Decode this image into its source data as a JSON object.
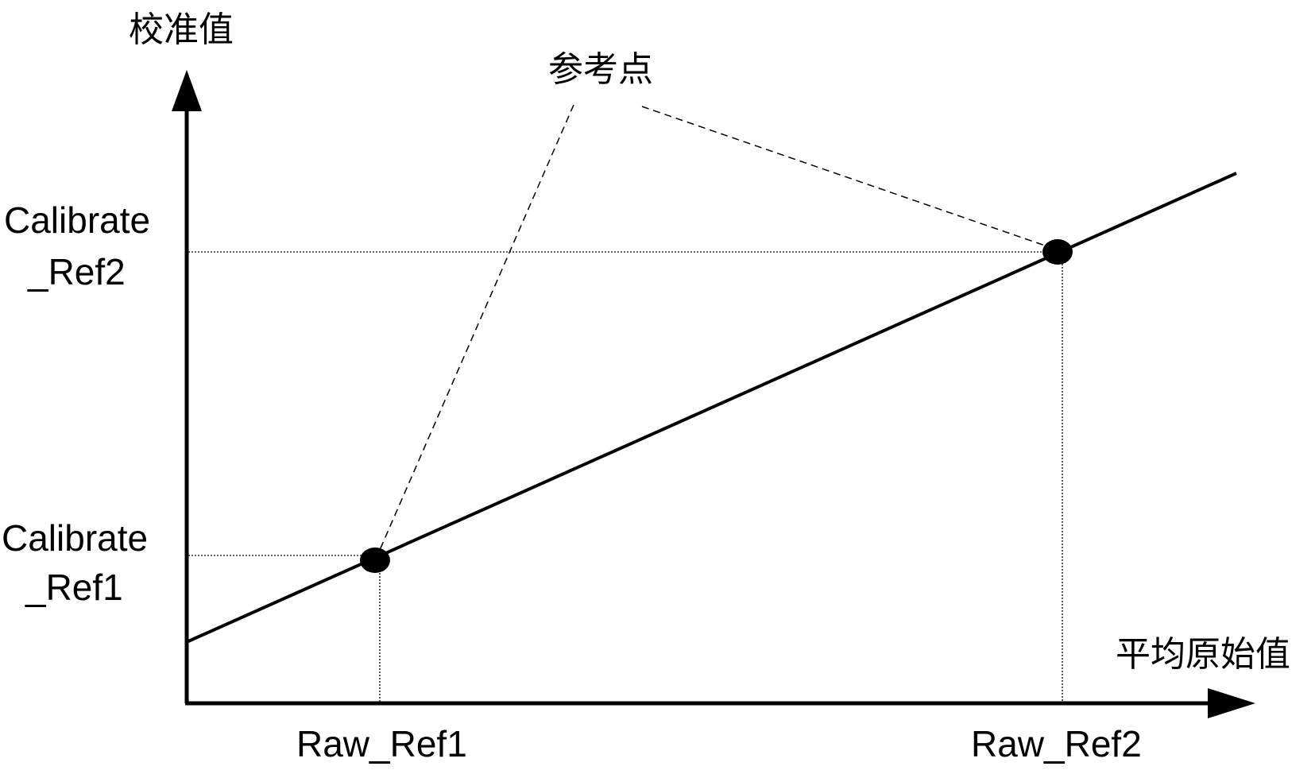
{
  "diagram": {
    "y_axis_title": "校准值",
    "x_axis_title": "平均原始值",
    "annotation": "参考点",
    "y_labels": {
      "ref2": [
        "Calibrate",
        "_Ref2"
      ],
      "ref1": [
        "Calibrate",
        "_Ref1"
      ]
    },
    "x_labels": {
      "ref1": "Raw_Ref1",
      "ref2": "Raw_Ref2"
    },
    "colors": {
      "ink": "#000000",
      "background": "#ffffff"
    }
  }
}
